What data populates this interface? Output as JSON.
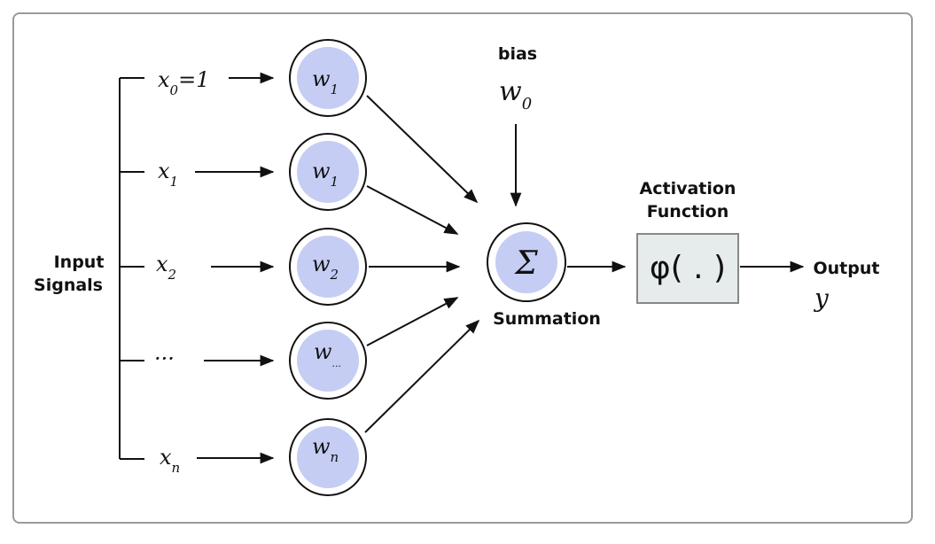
{
  "colors": {
    "node_fill": "#c5cdf4",
    "node_ring": "#111111",
    "box_fill": "#e6ecec",
    "box_border": "#888888",
    "frame_border": "#9a9a9a"
  },
  "input_group_label": [
    "Input",
    "Signals"
  ],
  "inputs": [
    {
      "sym": "x",
      "sub": "0",
      "suffix": "=1"
    },
    {
      "sym": "x",
      "sub": "1",
      "suffix": ""
    },
    {
      "sym": "x",
      "sub": "2",
      "suffix": ""
    },
    {
      "sym": "···",
      "sub": "",
      "suffix": ""
    },
    {
      "sym": "x",
      "sub": "n",
      "suffix": ""
    }
  ],
  "weights": [
    {
      "sym": "w",
      "sub": "1"
    },
    {
      "sym": "w",
      "sub": "1"
    },
    {
      "sym": "w",
      "sub": "2"
    },
    {
      "sym": "w",
      "sub": "..."
    },
    {
      "sym": "w",
      "sub": "n"
    }
  ],
  "bias": {
    "label": "bias",
    "sym": "w",
    "sub": "0"
  },
  "summation": {
    "symbol": "Σ",
    "label": "Summation"
  },
  "activation": {
    "title_lines": [
      "Activation",
      "Function"
    ],
    "formula": "φ( . )"
  },
  "output": {
    "label": "Output",
    "sym": "y"
  }
}
